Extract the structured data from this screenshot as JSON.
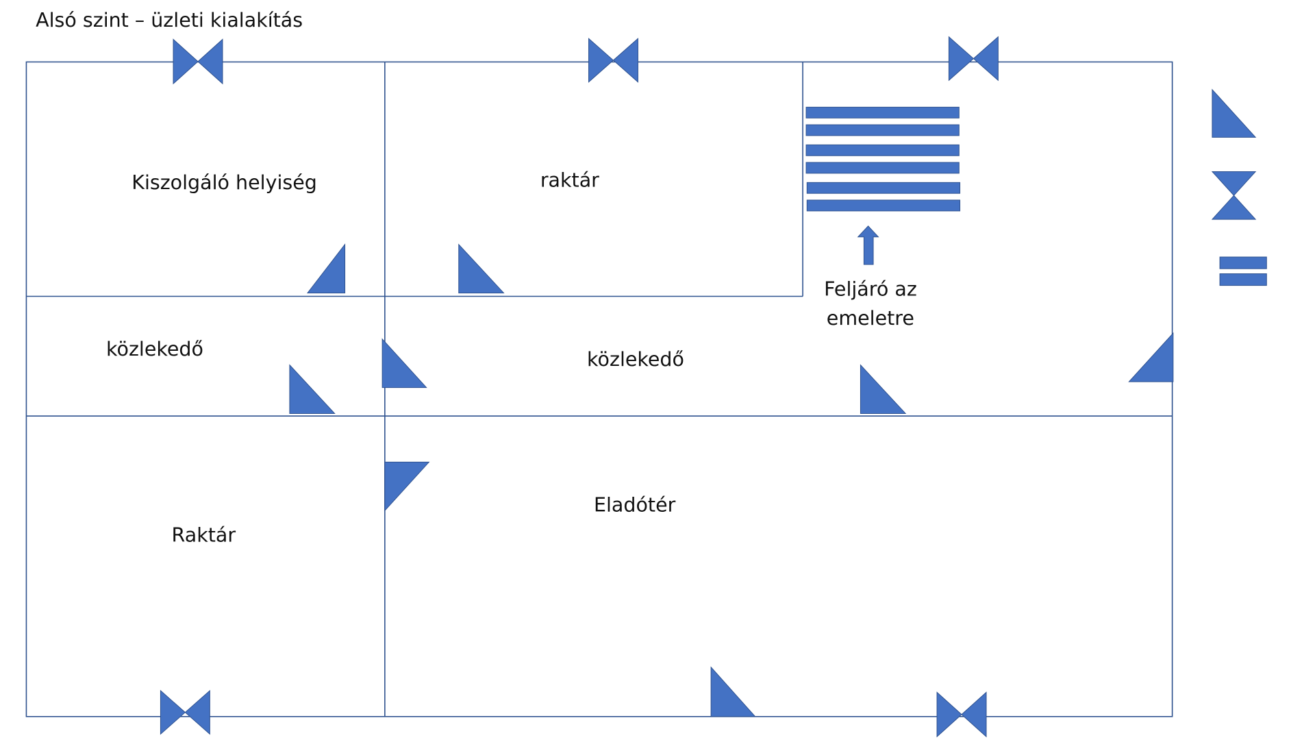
{
  "title": "Alsó szint – üzleti kialakítás",
  "colors": {
    "symbol": "#4472c4",
    "wall": "#2f528f",
    "text": "#111111"
  },
  "rooms": {
    "kiszolgalo": "Kiszolgáló helyiség",
    "raktar_small": "raktár",
    "kozlekedo_left": "közlekedő",
    "kozlekedo_main": "közlekedő",
    "raktar_big": "Raktár",
    "eladoter": "Eladótér"
  },
  "stairs_label": {
    "line1": "Feljáró az",
    "line2": "emeletre"
  },
  "legend": [
    {
      "symbol": "door-icon"
    },
    {
      "symbol": "window-icon"
    },
    {
      "symbol": "stairs-icon"
    }
  ]
}
